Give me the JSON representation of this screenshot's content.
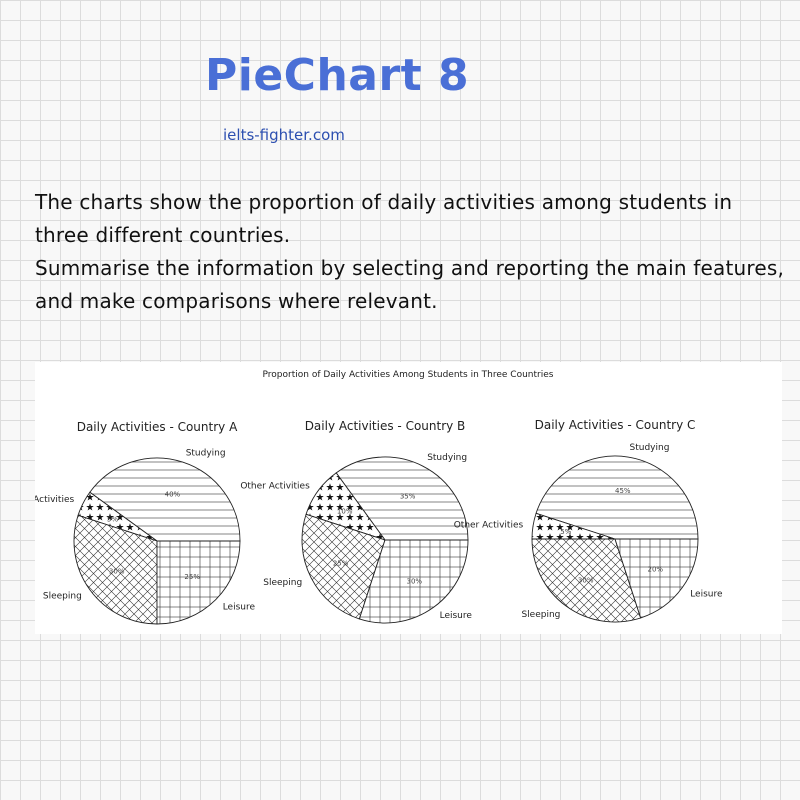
{
  "page": {
    "title": "PieChart 8",
    "site": "ielts-fighter.com",
    "prompt_line1": "The charts show the proportion of daily activities among students in three different countries.",
    "prompt_line2": "Summarise the information by selecting and reporting the main features, and make comparisons where relevant.",
    "accent_color": "#4a6fd6"
  },
  "chart_data": {
    "type": "pie",
    "title": "Proportion of Daily Activities Among Students in Three Countries",
    "categories": [
      "Studying",
      "Other Activities",
      "Sleeping",
      "Leisure"
    ],
    "hatches": [
      "horizontal-lines",
      "stars",
      "cross-hatch",
      "grid"
    ],
    "charts": [
      {
        "title": "Daily Activities - Country A",
        "values": [
          40,
          5,
          30,
          25
        ],
        "value_labels": [
          "40%",
          "5%",
          "30%",
          "25%"
        ]
      },
      {
        "title": "Daily Activities - Country B",
        "values": [
          35,
          10,
          25,
          30
        ],
        "value_labels": [
          "35%",
          "10%",
          "25%",
          "30%"
        ]
      },
      {
        "title": "Daily Activities - Country C",
        "values": [
          45,
          5,
          30,
          20
        ],
        "value_labels": [
          "45%",
          "5%",
          "30%",
          "20%"
        ]
      }
    ]
  }
}
